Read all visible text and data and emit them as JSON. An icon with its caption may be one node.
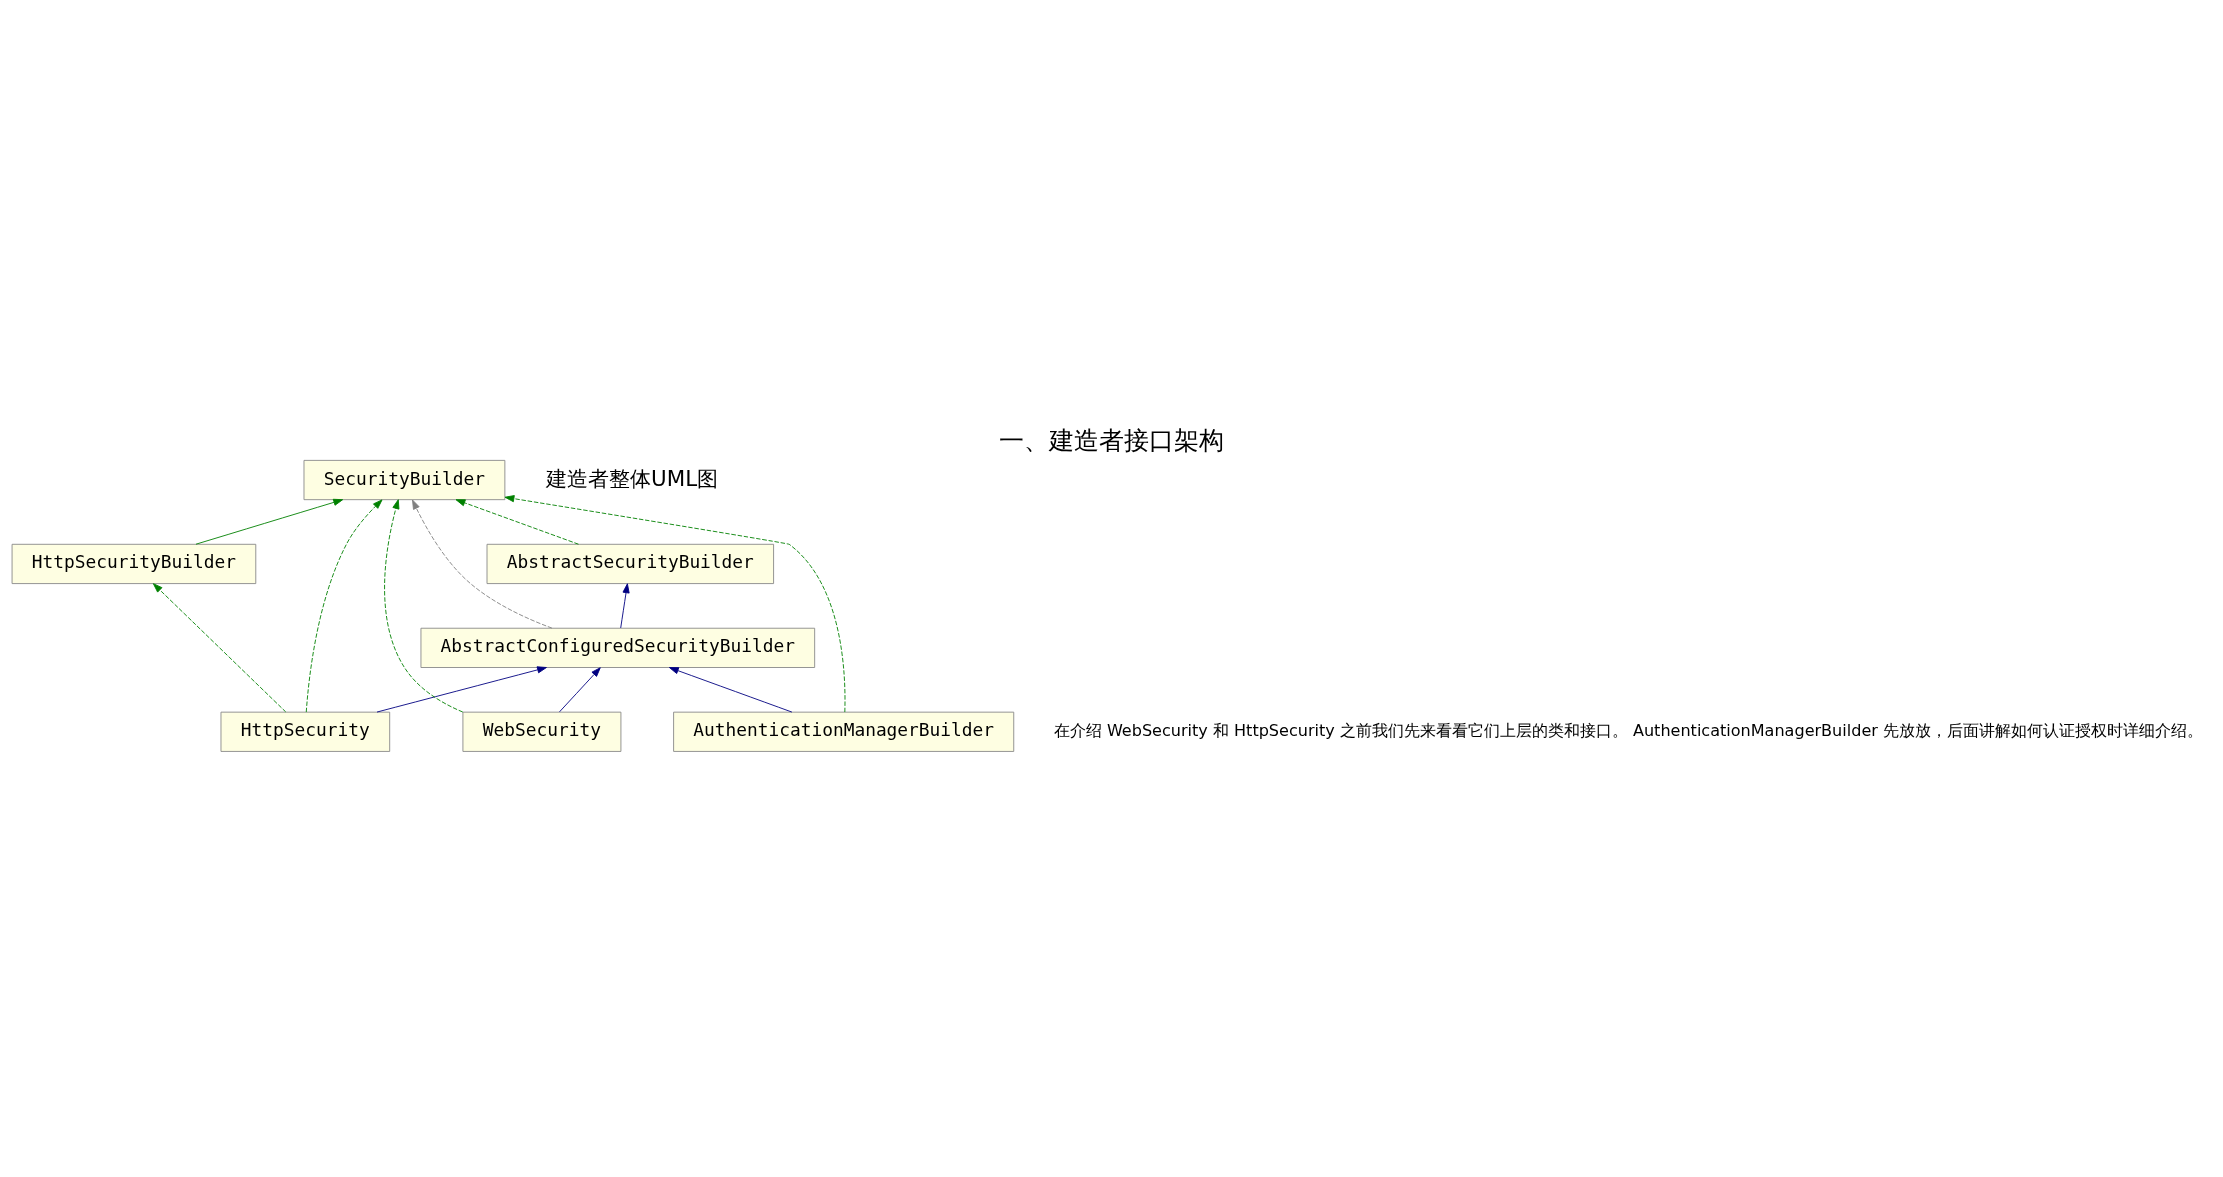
{
  "diagram": {
    "title": "一、建造者接口架构",
    "nodes": [
      {
        "text": [
          "SecurityBuilder"
        ]
      },
      {
        "text": [
          "HttpSecurityBuilder"
        ]
      },
      {
        "text": [
          "AbstractSecurityBuilder"
        ]
      },
      {
        "text": [
          "AbstractConfiguredSecurityBuilder"
        ]
      },
      {
        "text": [
          "HttpSecurity"
        ]
      },
      {
        "text": [
          "WebSecurity"
        ]
      },
      {
        "text": [
          "AuthenticationManagerBuilder"
        ]
      }
    ],
    "edges": [
      {
        "from": 1,
        "to": 0,
        "arrow": "to"
      },
      {
        "from": 4,
        "to": 0,
        "arrow": "to",
        "style": "dashed"
      },
      {
        "from": 5,
        "to": 0,
        "arrow": "to",
        "style": "dashed"
      },
      {
        "from": 3,
        "to": 0,
        "arrow": "to",
        "style": "dashed",
        "color": "#808080"
      },
      {
        "from": 2,
        "to": 0,
        "arrow": "to",
        "style": "dashed"
      },
      {
        "from": 6,
        "to": 0,
        "arrow": "to",
        "style": "dashed"
      },
      {
        "from": 4,
        "to": 1,
        "arrow": "to",
        "style": "dashed"
      },
      {
        "from": 3,
        "to": 2,
        "arrow": "to",
        "color": "#000080"
      },
      {
        "from": 4,
        "to": 3,
        "arrow": "to",
        "color": "#000080"
      },
      {
        "from": 5,
        "to": 3,
        "arrow": "to",
        "color": "#000080"
      },
      {
        "from": 6,
        "to": 3,
        "arrow": "to",
        "color": "#000080"
      }
    ],
    "labels": [
      "建造者整体UML图",
      "在介绍 WebSecurity 和 HttpSecurity 之前我们先来看看它们上层的类和接口。 AuthenticationManagerBuilder 先放放，后面讲解如何认证授权时详细介绍。"
    ]
  }
}
